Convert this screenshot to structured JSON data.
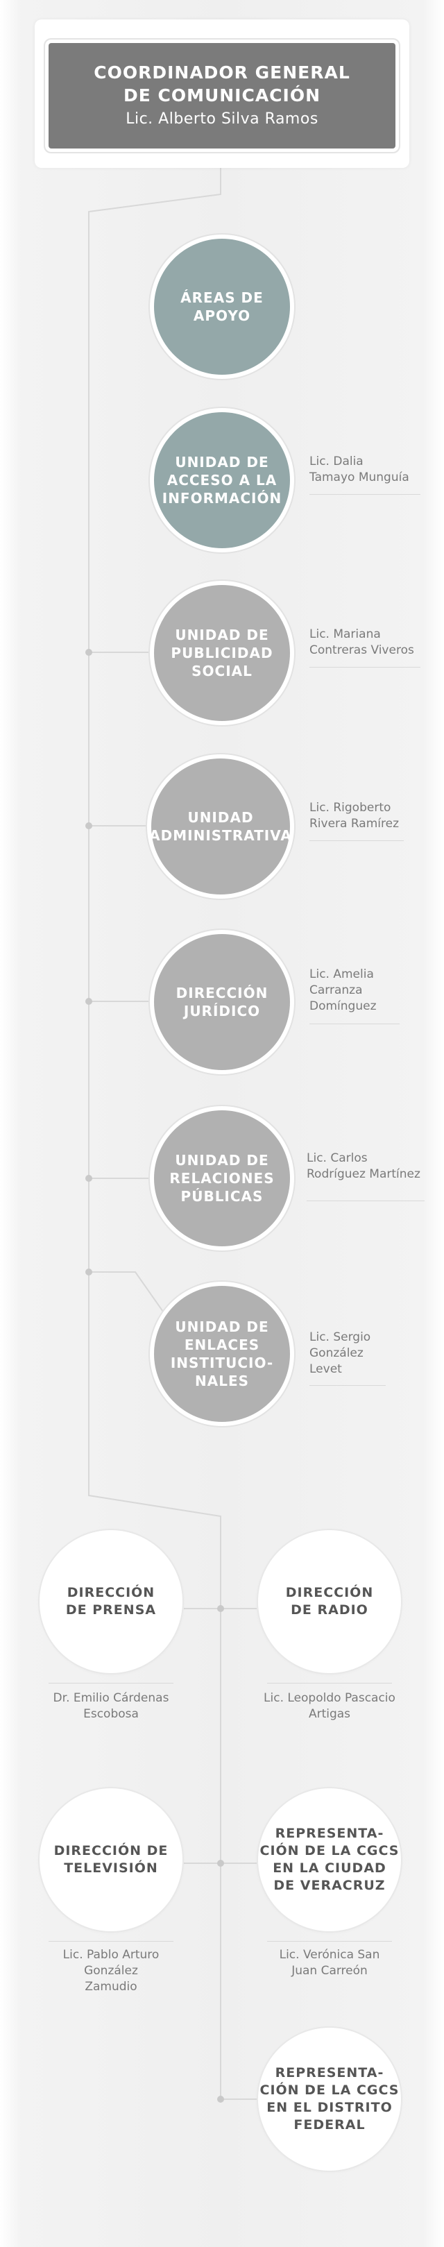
{
  "header": {
    "title": "COORDINADOR GENERAL\nDE COMUNICACIÓN",
    "name": "Lic. Alberto Silva Ramos"
  },
  "units": [
    {
      "label": "ÁREAS DE\nAPOYO",
      "person": ""
    },
    {
      "label": "UNIDAD DE\nACCESO A LA\nINFORMACIÓN",
      "person": "Lic. Dalia\nTamayo Munguía"
    },
    {
      "label": "UNIDAD DE\nPUBLICIDAD\nSOCIAL",
      "person": "Lic. Mariana\nContreras Viveros"
    },
    {
      "label": "UNIDAD\nADMINISTRATIVA",
      "person": "Lic. Rigoberto\nRivera Ramírez"
    },
    {
      "label": "DIRECCIÓN\nJURÍDICO",
      "person": "Lic. Amelia\nCarranza\nDomínguez"
    },
    {
      "label": "UNIDAD DE\nRELACIONES\nPÚBLICAS",
      "person": "Lic. Carlos\nRodríguez Martínez"
    },
    {
      "label": "UNIDAD DE\nENLACES\nINSTITUCIO-\nNALES",
      "person": "Lic. Sergio\nGonzález\nLevet"
    }
  ],
  "directions": [
    {
      "label": "DIRECCIÓN\nDE PRENSA",
      "person": "Dr. Emilio Cárdenas\nEscobosa"
    },
    {
      "label": "DIRECCIÓN\nDE RADIO",
      "person": "Lic. Leopoldo Pascacio\nArtigas"
    },
    {
      "label": "DIRECCIÓN DE\nTELEVISIÓN",
      "person": "Lic. Pablo Arturo\nGonzález\nZamudio"
    },
    {
      "label": "REPRESENTA-\nCIÓN DE LA CGCS\nEN LA CIUDAD\nDE VERACRUZ",
      "person": "Lic. Verónica San\nJuan Carreón"
    },
    {
      "label": "REPRESENTA-\nCIÓN DE LA CGCS\nEN EL DISTRITO\nFEDERAL",
      "person": ""
    }
  ],
  "colors": {
    "header_box": "#7b7b7b",
    "teal_circle": "#94a8a9",
    "gray_circle": "#b1b1b1",
    "white_circle": "#ffffff",
    "line": "#d8d8d8"
  }
}
